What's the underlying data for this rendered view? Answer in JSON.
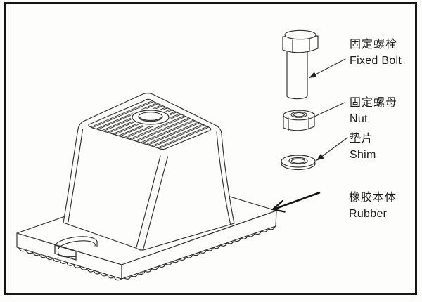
{
  "parts": [
    {
      "id": "fixed-bolt",
      "name_zh": "固定螺栓",
      "name_en": "Fixed Bolt"
    },
    {
      "id": "nut",
      "name_zh": "固定螺母",
      "name_en": "Nut"
    },
    {
      "id": "shim",
      "name_zh": "垫片",
      "name_en": "Shim"
    },
    {
      "id": "rubber",
      "name_zh": "橡胶本体",
      "name_en": "Rubber"
    }
  ],
  "colors": {
    "frame_border": "#161616",
    "drawing_line": "#2f2f2f",
    "background": "#fdfdfc",
    "text": "#1b1b1b"
  }
}
